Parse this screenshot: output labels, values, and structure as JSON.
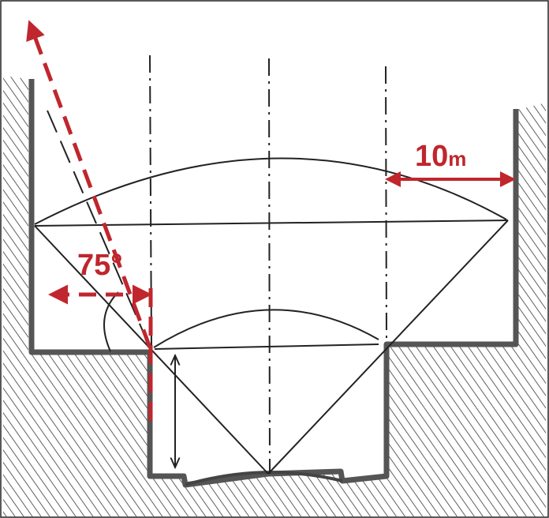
{
  "diagram": {
    "angle_label": "75°",
    "distance_value": "10",
    "distance_unit": "m"
  },
  "colors": {
    "accent": "#c0262d",
    "ink": "#222222",
    "wall": "#555555",
    "paper": "#ffffff"
  }
}
